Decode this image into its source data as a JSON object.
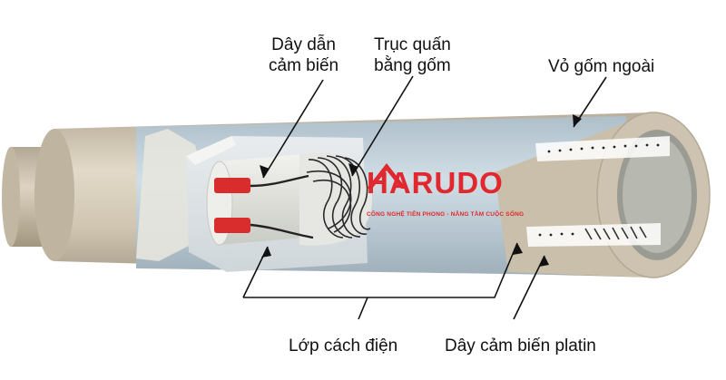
{
  "labels": {
    "sensor_lead_line1": "Dây dẫn",
    "sensor_lead_line2": "cảm biến",
    "ceramic_core_line1": "Trục quấn",
    "ceramic_core_line2": "bằng gốm",
    "outer_shell": "Vỏ gốm ngoài",
    "insulation": "Lớp cách điện",
    "platinum_wire": "Dây cảm biến platin"
  },
  "logo": {
    "name": "HARUDO",
    "tagline": "CÔNG NGHỆ TIÊN PHONG - NÂNG TẦM CUỘC SỐNG"
  },
  "colors": {
    "outer_tube": "#d5cbb8",
    "insulation": "#c3d3dc",
    "lead_tips": "#d92d2d",
    "logo": "#e0282e"
  },
  "icons": {
    "logo_mark": "roof-h-logo-icon"
  }
}
